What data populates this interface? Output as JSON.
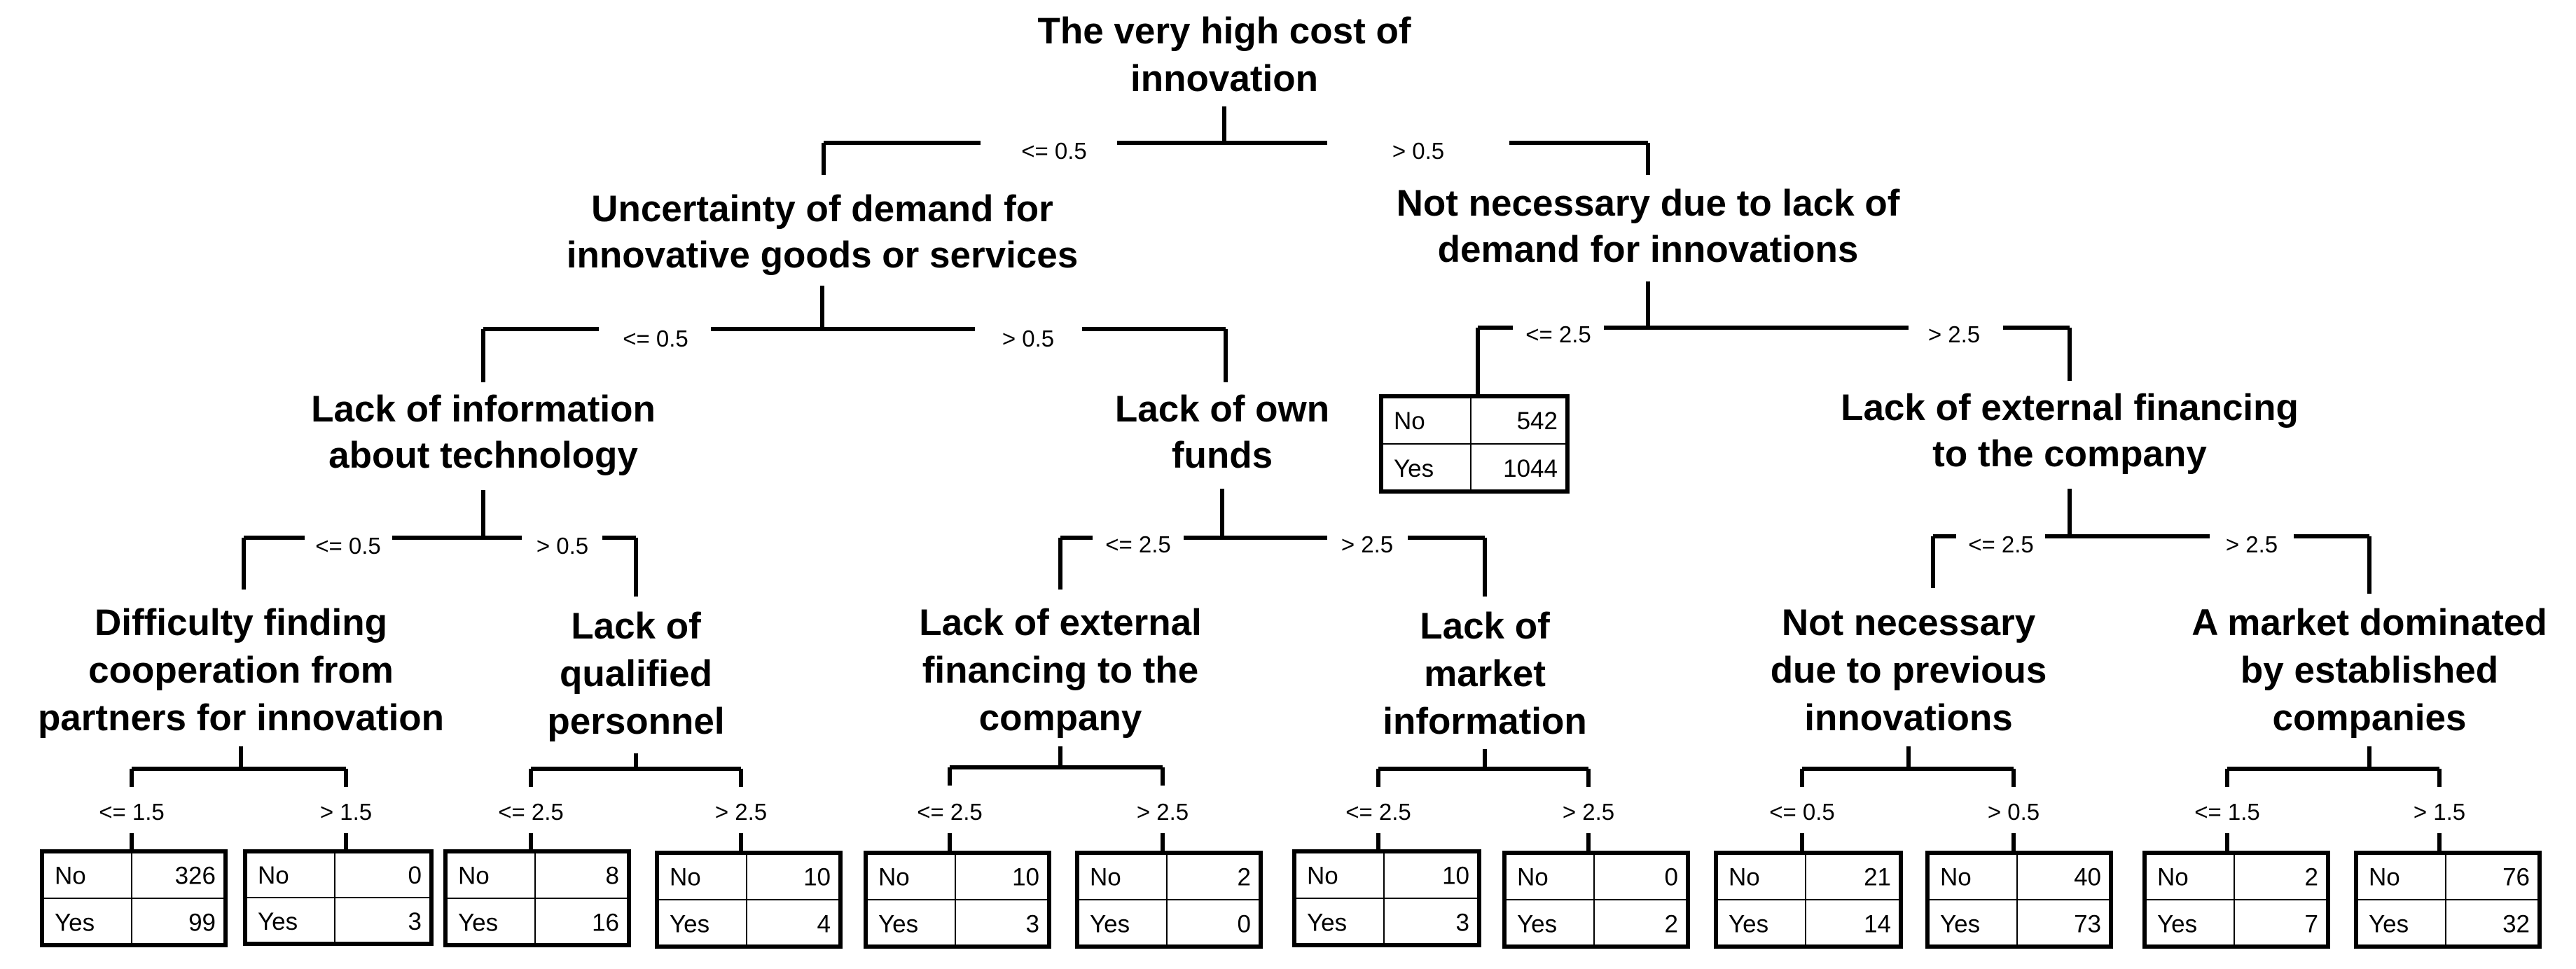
{
  "nodes": {
    "root": [
      "The very high cost",
      "of",
      "innovation"
    ],
    "uncertainty_demand": [
      "Uncertainty of demand for",
      "innovative goods or services"
    ],
    "not_necessary_lack_demand": [
      "Not necessary due to lack of",
      "demand for innovations"
    ],
    "lack_info_technology": [
      "Lack of information",
      "about technology"
    ],
    "lack_own_funds": [
      "Lack of own",
      "funds"
    ],
    "lack_ext_financing_company": [
      "Lack of external financing",
      "to the company"
    ],
    "difficulty_cooperation": [
      "Difficulty finding",
      "cooperation from",
      "partners for innovation"
    ],
    "lack_qualified_personnel": [
      "Lack of",
      "qualified",
      "personnel"
    ],
    "lack_ext_financing_to_the": [
      "Lack of external",
      "financing to the",
      "company"
    ],
    "lack_market_information": [
      "Lack of",
      "market",
      "information"
    ],
    "not_necessary_previous": [
      "Not necessary",
      "due to previous",
      "innovations"
    ],
    "market_dominated": [
      "A market dominated",
      "by established",
      "companies"
    ]
  },
  "splits": {
    "root": [
      "<= 0.5",
      "> 0.5"
    ],
    "uncertainty_demand": [
      "<= 0.5",
      "> 0.5"
    ],
    "not_necessary_lack_demand": [
      "<= 2.5",
      "> 2.5"
    ],
    "lack_info_technology": [
      "<= 0.5",
      "> 0.5"
    ],
    "lack_own_funds": [
      "<= 2.5",
      "> 2.5"
    ],
    "lack_ext_financing_company": [
      "<= 2.5",
      "> 2.5"
    ],
    "difficulty_cooperation": [
      "<= 1.5",
      "> 1.5"
    ],
    "lack_qualified_personnel": [
      "<= 2.5",
      "> 2.5"
    ],
    "lack_ext_financing_to_the": [
      "<= 2.5",
      "> 2.5"
    ],
    "lack_market_information": [
      "<= 2.5",
      "> 2.5"
    ],
    "not_necessary_previous": [
      "<= 0.5",
      "> 0.5"
    ],
    "market_dominated": [
      "<= 1.5",
      "> 1.5"
    ]
  },
  "leaves": [
    {
      "id": "leaf_nnld_left",
      "No": 542,
      "Yes": 1044
    },
    {
      "id": "leaf_1",
      "No": 326,
      "Yes": 99
    },
    {
      "id": "leaf_2",
      "No": 0,
      "Yes": 3
    },
    {
      "id": "leaf_3",
      "No": 8,
      "Yes": 16
    },
    {
      "id": "leaf_4",
      "No": 10,
      "Yes": 4
    },
    {
      "id": "leaf_5",
      "No": 10,
      "Yes": 3
    },
    {
      "id": "leaf_6",
      "No": 2,
      "Yes": 0
    },
    {
      "id": "leaf_7",
      "No": 10,
      "Yes": 3
    },
    {
      "id": "leaf_8",
      "No": 0,
      "Yes": 2
    },
    {
      "id": "leaf_9",
      "No": 21,
      "Yes": 14
    },
    {
      "id": "leaf_10",
      "No": 40,
      "Yes": 73
    },
    {
      "id": "leaf_11",
      "No": 2,
      "Yes": 7
    },
    {
      "id": "leaf_12",
      "No": 76,
      "Yes": 32
    }
  ],
  "class_labels": [
    "No",
    "Yes"
  ]
}
